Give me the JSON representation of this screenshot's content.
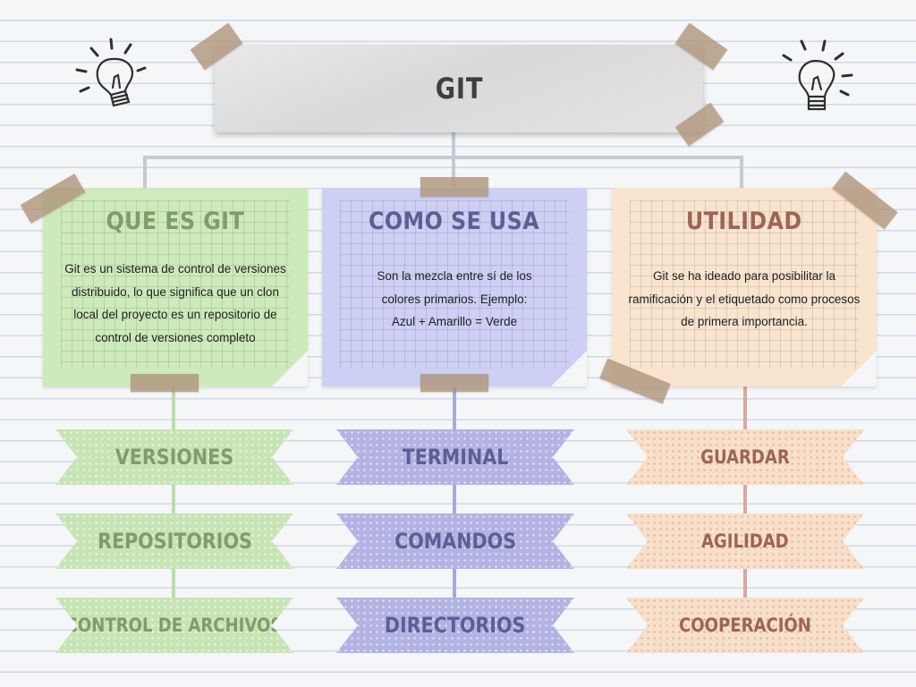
{
  "title": "GIT",
  "columns": [
    {
      "heading": "QUE ES GIT",
      "text": "Git es un sistema de control de versiones\ndistribuido, lo que significa que un clon\nlocal del proyecto es un repositorio de\ncontrol de versiones completo",
      "items": [
        "VERSIONES",
        "REPOSITORIOS",
        "CONTROL DE ARCHIVOS"
      ]
    },
    {
      "heading": "COMO SE USA",
      "text": "Son la mezcla entre sí de los\ncolores primarios. Ejemplo:\nAzul + Amarillo = Verde",
      "items": [
        "TERMINAL",
        "COMANDOS",
        "DIRECTORIOS"
      ]
    },
    {
      "heading": "UTILIDAD",
      "text": "Git se ha ideado para posibilitar la\nramificación y el etiquetado como procesos\nde primera importancia.",
      "items": [
        "GUARDAR",
        "AGILIDAD",
        "COOPERACIÓN"
      ]
    }
  ],
  "colors": {
    "green_note": "#cdeabb",
    "green_text": "#7e9d6b",
    "blue_note": "#cdcff4",
    "blue_text": "#5d5f94",
    "peach_note": "#f8e4cf",
    "peach_text": "#9e6458",
    "tape": "#b0967d",
    "connector": "#c3cad2"
  },
  "icons": [
    "lightbulb-icon-left",
    "lightbulb-icon-right"
  ]
}
